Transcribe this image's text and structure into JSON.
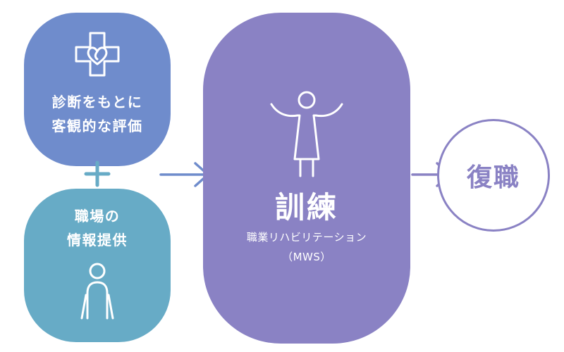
{
  "diagnosis": {
    "icon": "medical-cross-heart-icon",
    "lines": [
      "診断をもとに",
      "客観的な評価"
    ]
  },
  "plus": {
    "icon": "plus-icon"
  },
  "workplace": {
    "icon": "person-icon",
    "lines": [
      "職場の",
      "情報提供"
    ]
  },
  "training": {
    "icon": "person-arms-open-icon",
    "title": "訓練",
    "subtitle": "職業リハビリテーション",
    "abbr": "（MWS）"
  },
  "goal": {
    "label": "復職"
  },
  "colors": {
    "diagnosis_bg": "#6f8ccc",
    "workplace_bg": "#67abc6",
    "training_bg": "#8a82c4",
    "plus": "#67abc6",
    "arrow_1": "#6f8ccc",
    "arrow_2": "#8a82c4",
    "goal": "#8a82c4"
  }
}
